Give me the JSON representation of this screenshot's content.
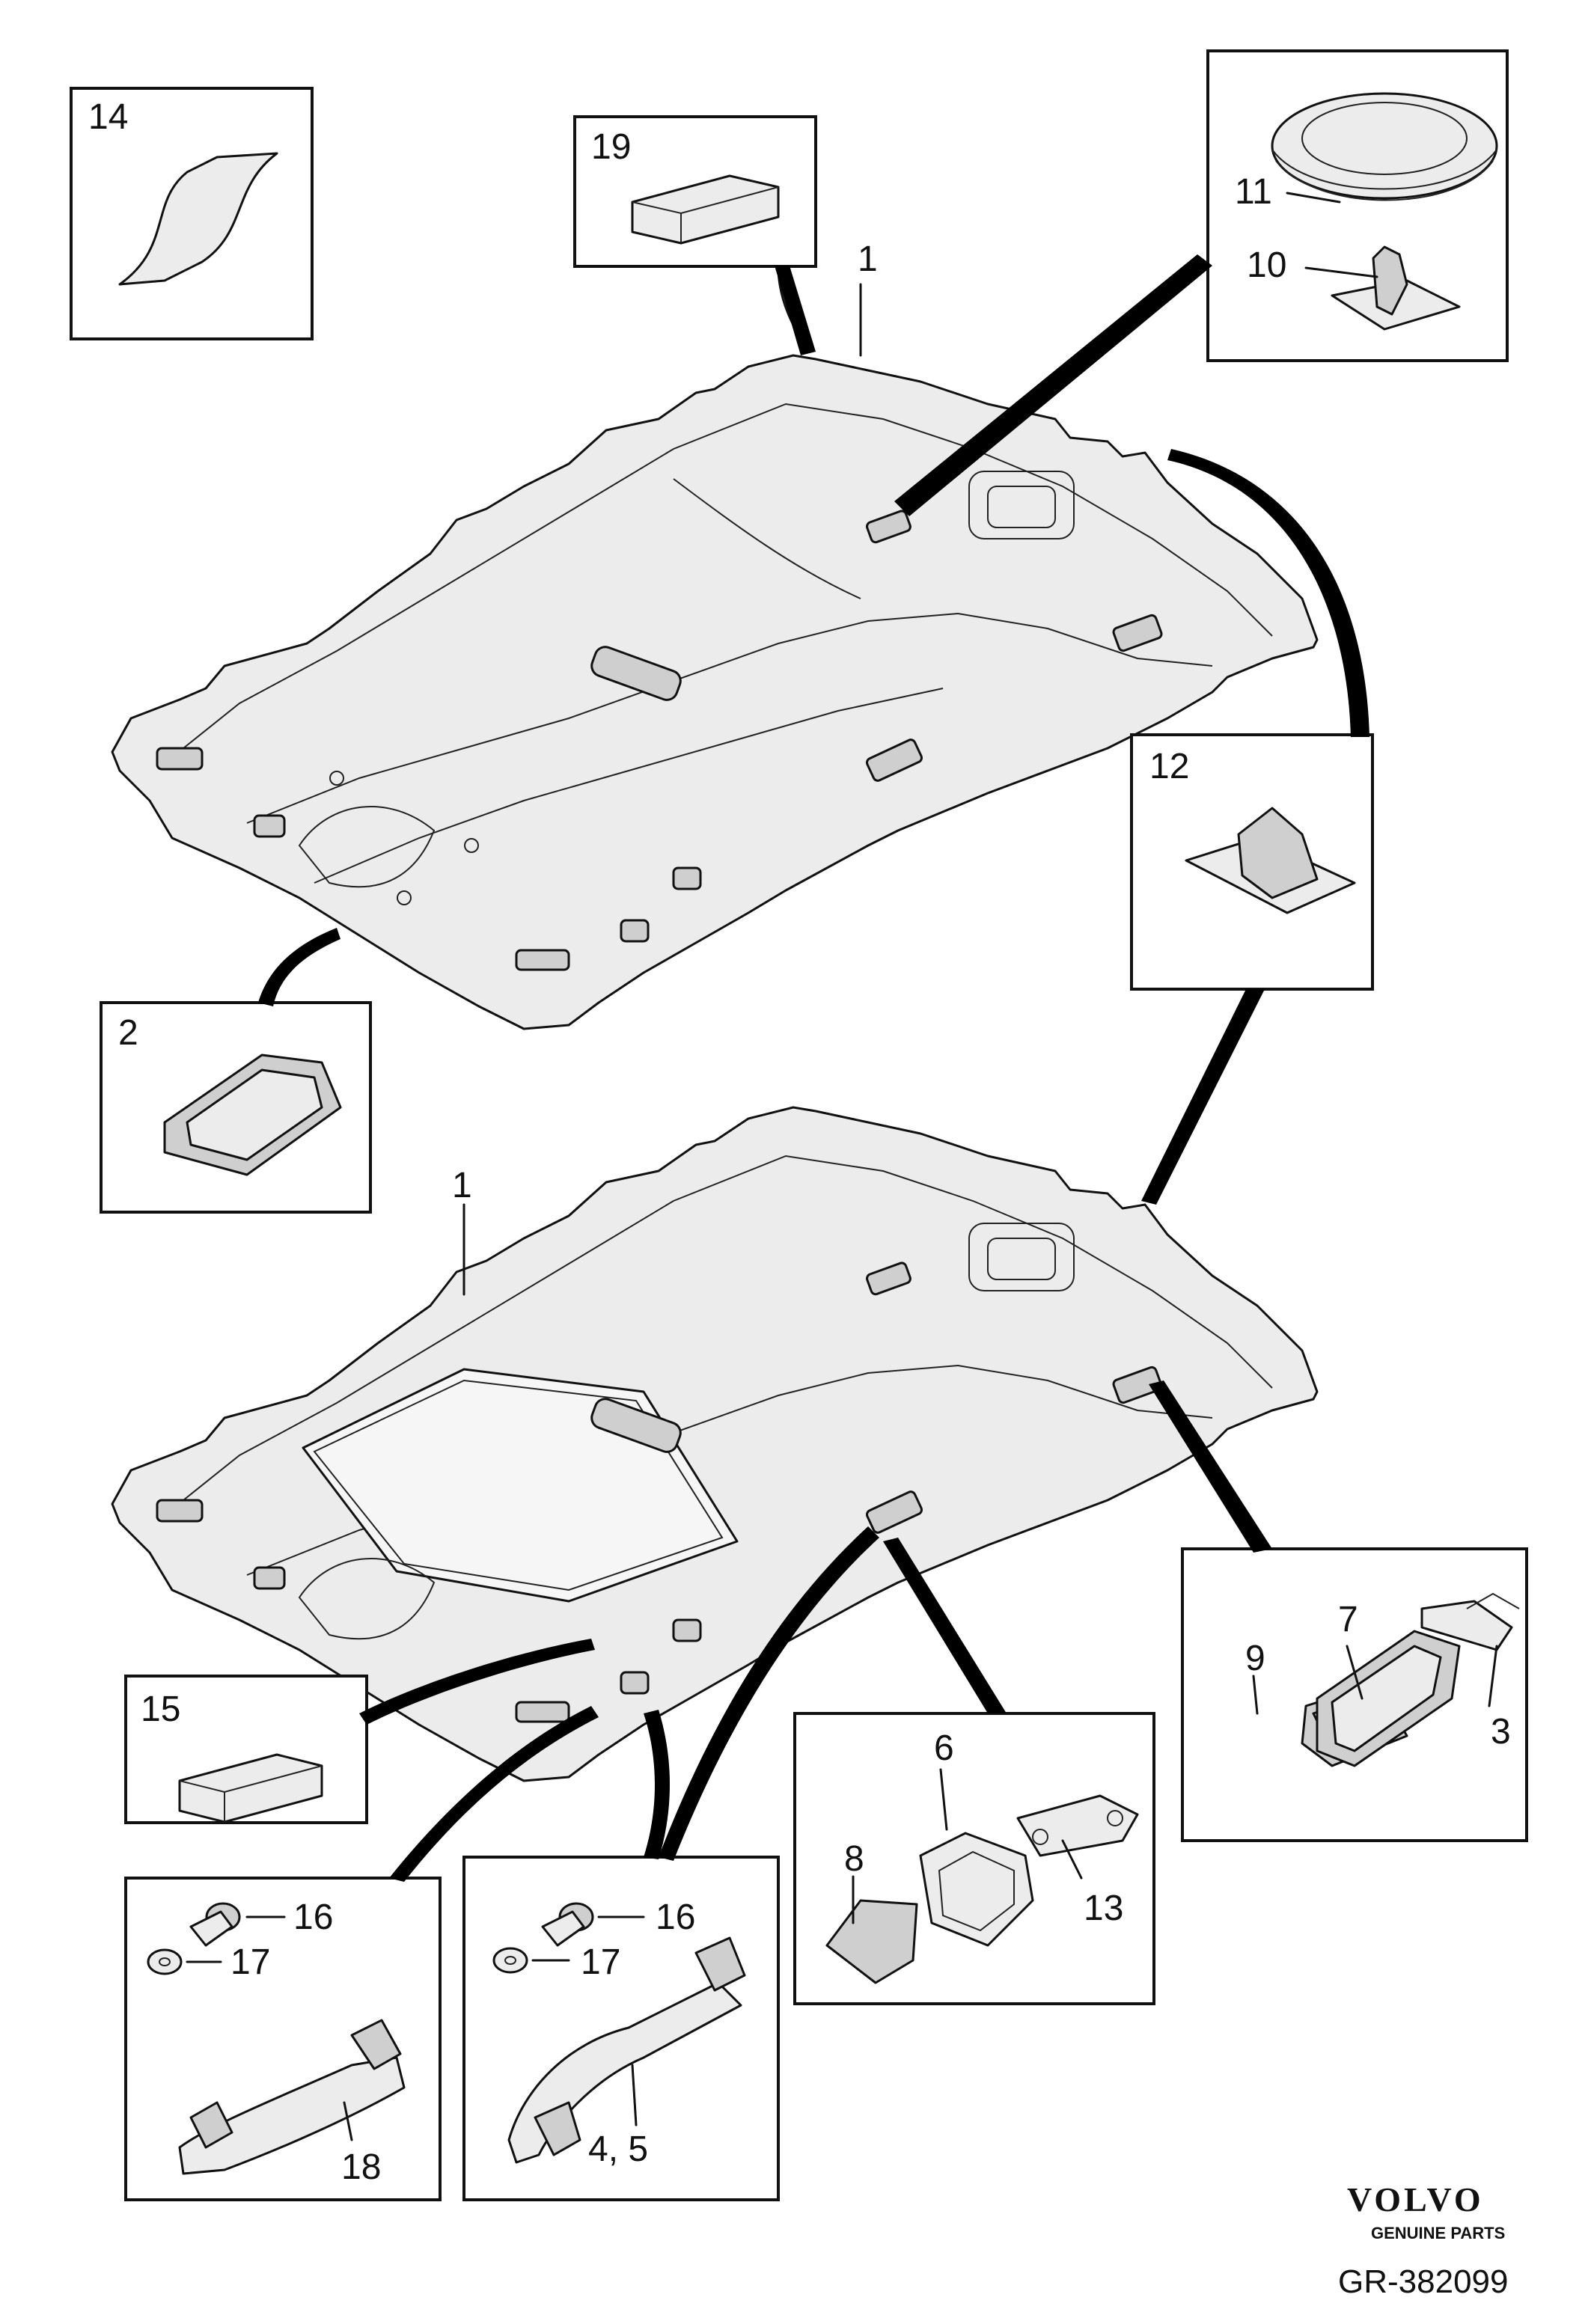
{
  "callouts": {
    "c1_top": "1",
    "c1_bottom": "1",
    "c2": "2",
    "c3": "3",
    "c4_5": "4,  5",
    "c6": "6",
    "c7": "7",
    "c8": "8",
    "c9": "9",
    "c10": "10",
    "c11": "11",
    "c12": "12",
    "c13": "13",
    "c14": "14",
    "c15": "15",
    "c16_a": "16",
    "c16_b": "16",
    "c17_a": "17",
    "c17_b": "17",
    "c18": "18",
    "c19": "19"
  },
  "brand": {
    "name": "VOLVO",
    "tagline": "GENUINE PARTS"
  },
  "diagram_code": "GR-382099"
}
